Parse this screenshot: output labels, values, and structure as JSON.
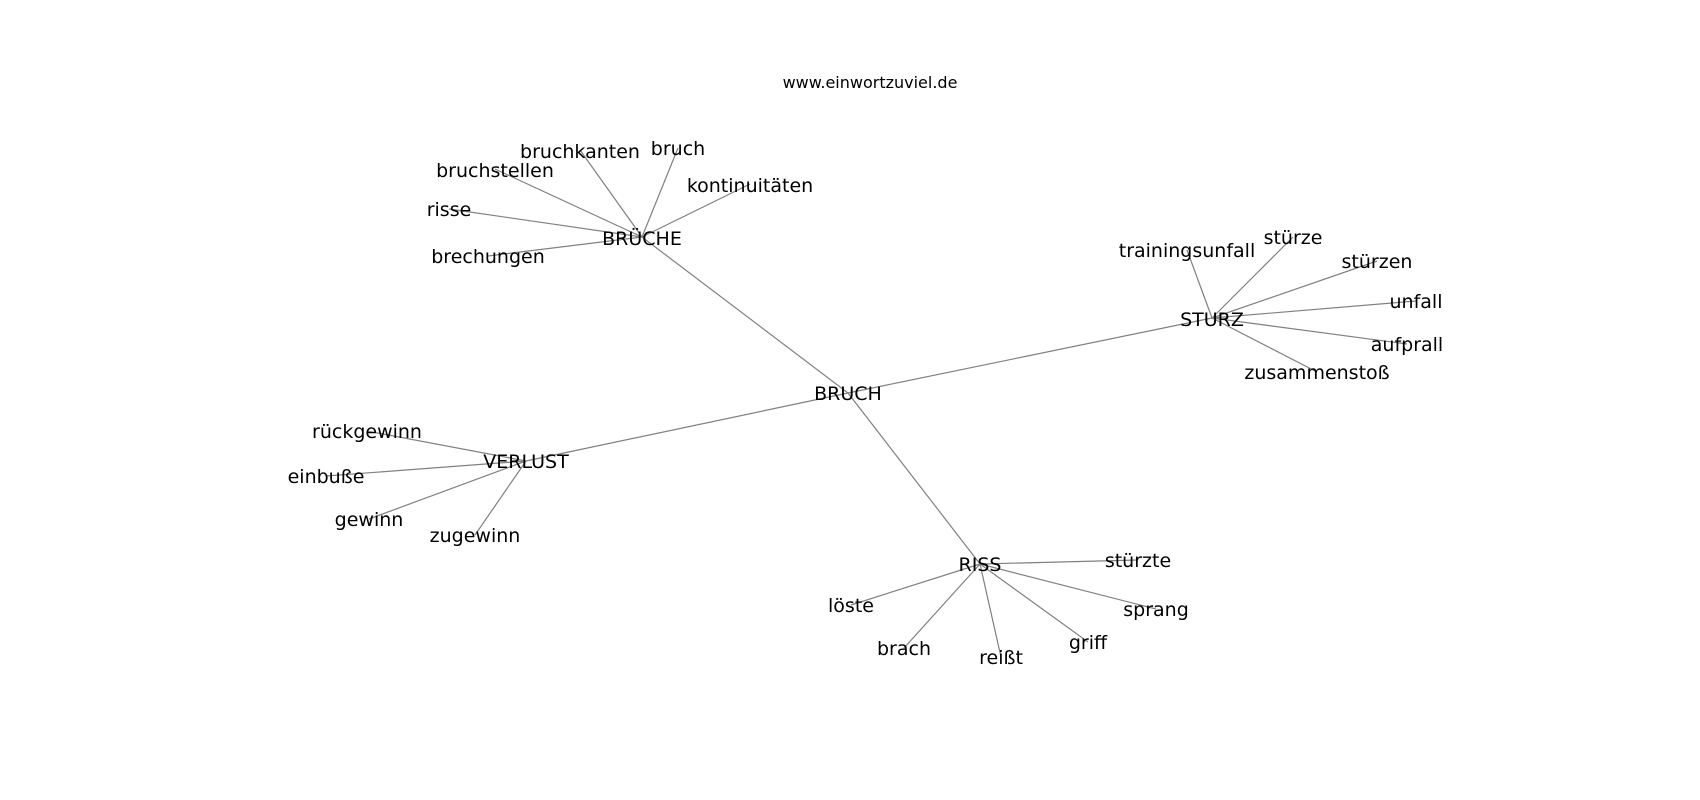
{
  "header": {
    "site": "www.einwortzuviel.de"
  },
  "graph": {
    "root": "BRUCH",
    "groups": [
      {
        "hub": "BRÜCHE",
        "words": [
          "bruchkanten",
          "bruch",
          "bruchstellen",
          "kontinuitäten",
          "risse",
          "brechungen"
        ]
      },
      {
        "hub": "STURZ",
        "words": [
          "trainingsunfall",
          "stürze",
          "stürzen",
          "unfall",
          "aufprall",
          "zusammenstoß"
        ]
      },
      {
        "hub": "VERLUST",
        "words": [
          "rückgewinn",
          "einbuße",
          "gewinn",
          "zugewinn"
        ]
      },
      {
        "hub": "RISS",
        "words": [
          "stürzte",
          "löste",
          "sprang",
          "brach",
          "griff",
          "reißt"
        ]
      }
    ]
  }
}
